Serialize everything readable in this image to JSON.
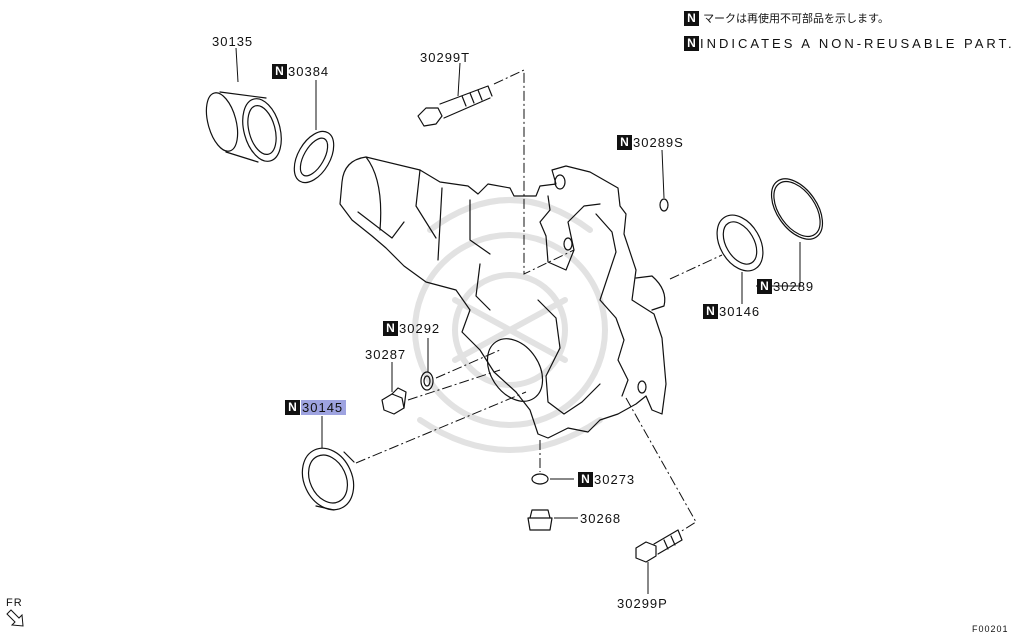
{
  "legend": {
    "badge": "N",
    "japanese": "マークは再使用不可部品を示します。",
    "english": "INDICATES A NON-REUSABLE PART."
  },
  "parts": [
    {
      "id": "p-30135",
      "number": "30135",
      "non_reusable": false,
      "highlighted": false
    },
    {
      "id": "p-30384",
      "number": "30384",
      "non_reusable": true,
      "highlighted": false
    },
    {
      "id": "p-30299t",
      "number": "30299T",
      "non_reusable": false,
      "highlighted": false
    },
    {
      "id": "p-30289s",
      "number": "30289S",
      "non_reusable": true,
      "highlighted": false
    },
    {
      "id": "p-30289",
      "number": "30289",
      "non_reusable": true,
      "highlighted": false
    },
    {
      "id": "p-30146",
      "number": "30146",
      "non_reusable": true,
      "highlighted": false
    },
    {
      "id": "p-30292",
      "number": "30292",
      "non_reusable": true,
      "highlighted": false
    },
    {
      "id": "p-30287",
      "number": "30287",
      "non_reusable": false,
      "highlighted": false
    },
    {
      "id": "p-30145",
      "number": "30145",
      "non_reusable": true,
      "highlighted": true
    },
    {
      "id": "p-30273",
      "number": "30273",
      "non_reusable": true,
      "highlighted": false
    },
    {
      "id": "p-30268",
      "number": "30268",
      "non_reusable": false,
      "highlighted": false
    },
    {
      "id": "p-30299p",
      "number": "30299P",
      "non_reusable": false,
      "highlighted": false
    }
  ],
  "direction_label": "FR",
  "figure_code": "F00201",
  "colors": {
    "line": "#111111",
    "highlight": "#9ea3e0",
    "watermark": "#e4e4e4"
  },
  "icons": {
    "direction": "direction-arrow-icon"
  }
}
